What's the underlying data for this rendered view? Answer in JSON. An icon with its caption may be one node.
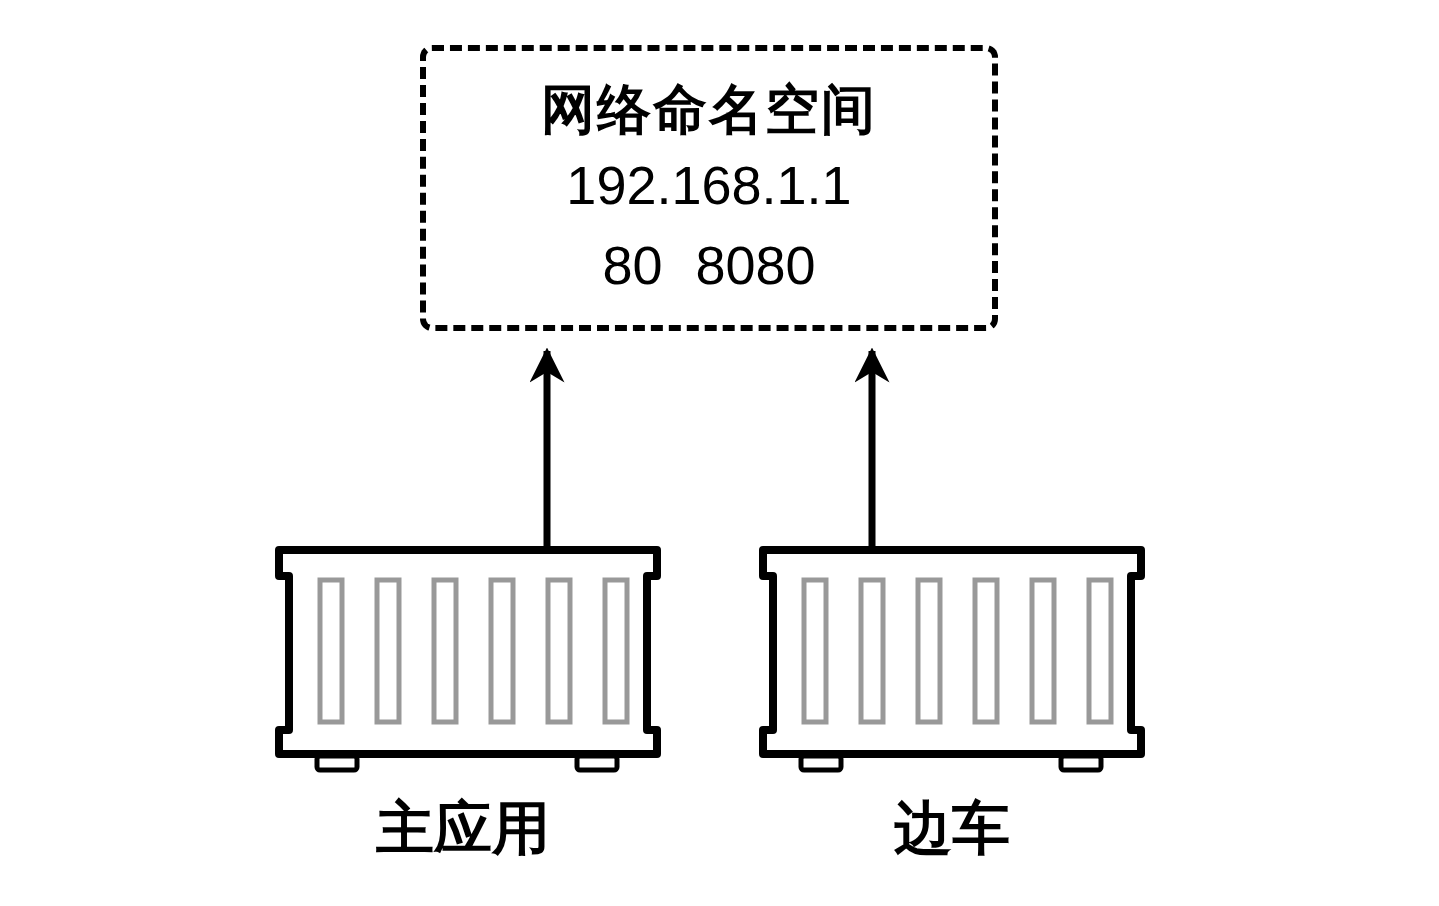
{
  "diagram": {
    "nodes": [
      {
        "text": [
          "网络命名空间",
          "192.168.1.1",
          "80 8080"
        ]
      },
      {
        "text": [],
        "shape": "picture",
        "beside": [
          "主应用"
        ]
      },
      {
        "text": [],
        "shape": "picture",
        "beside": [
          "边车"
        ]
      }
    ],
    "edges": [
      {
        "from": 1,
        "to": 0,
        "arrow": "to"
      },
      {
        "from": 2,
        "to": 0,
        "arrow": "to"
      }
    ]
  }
}
